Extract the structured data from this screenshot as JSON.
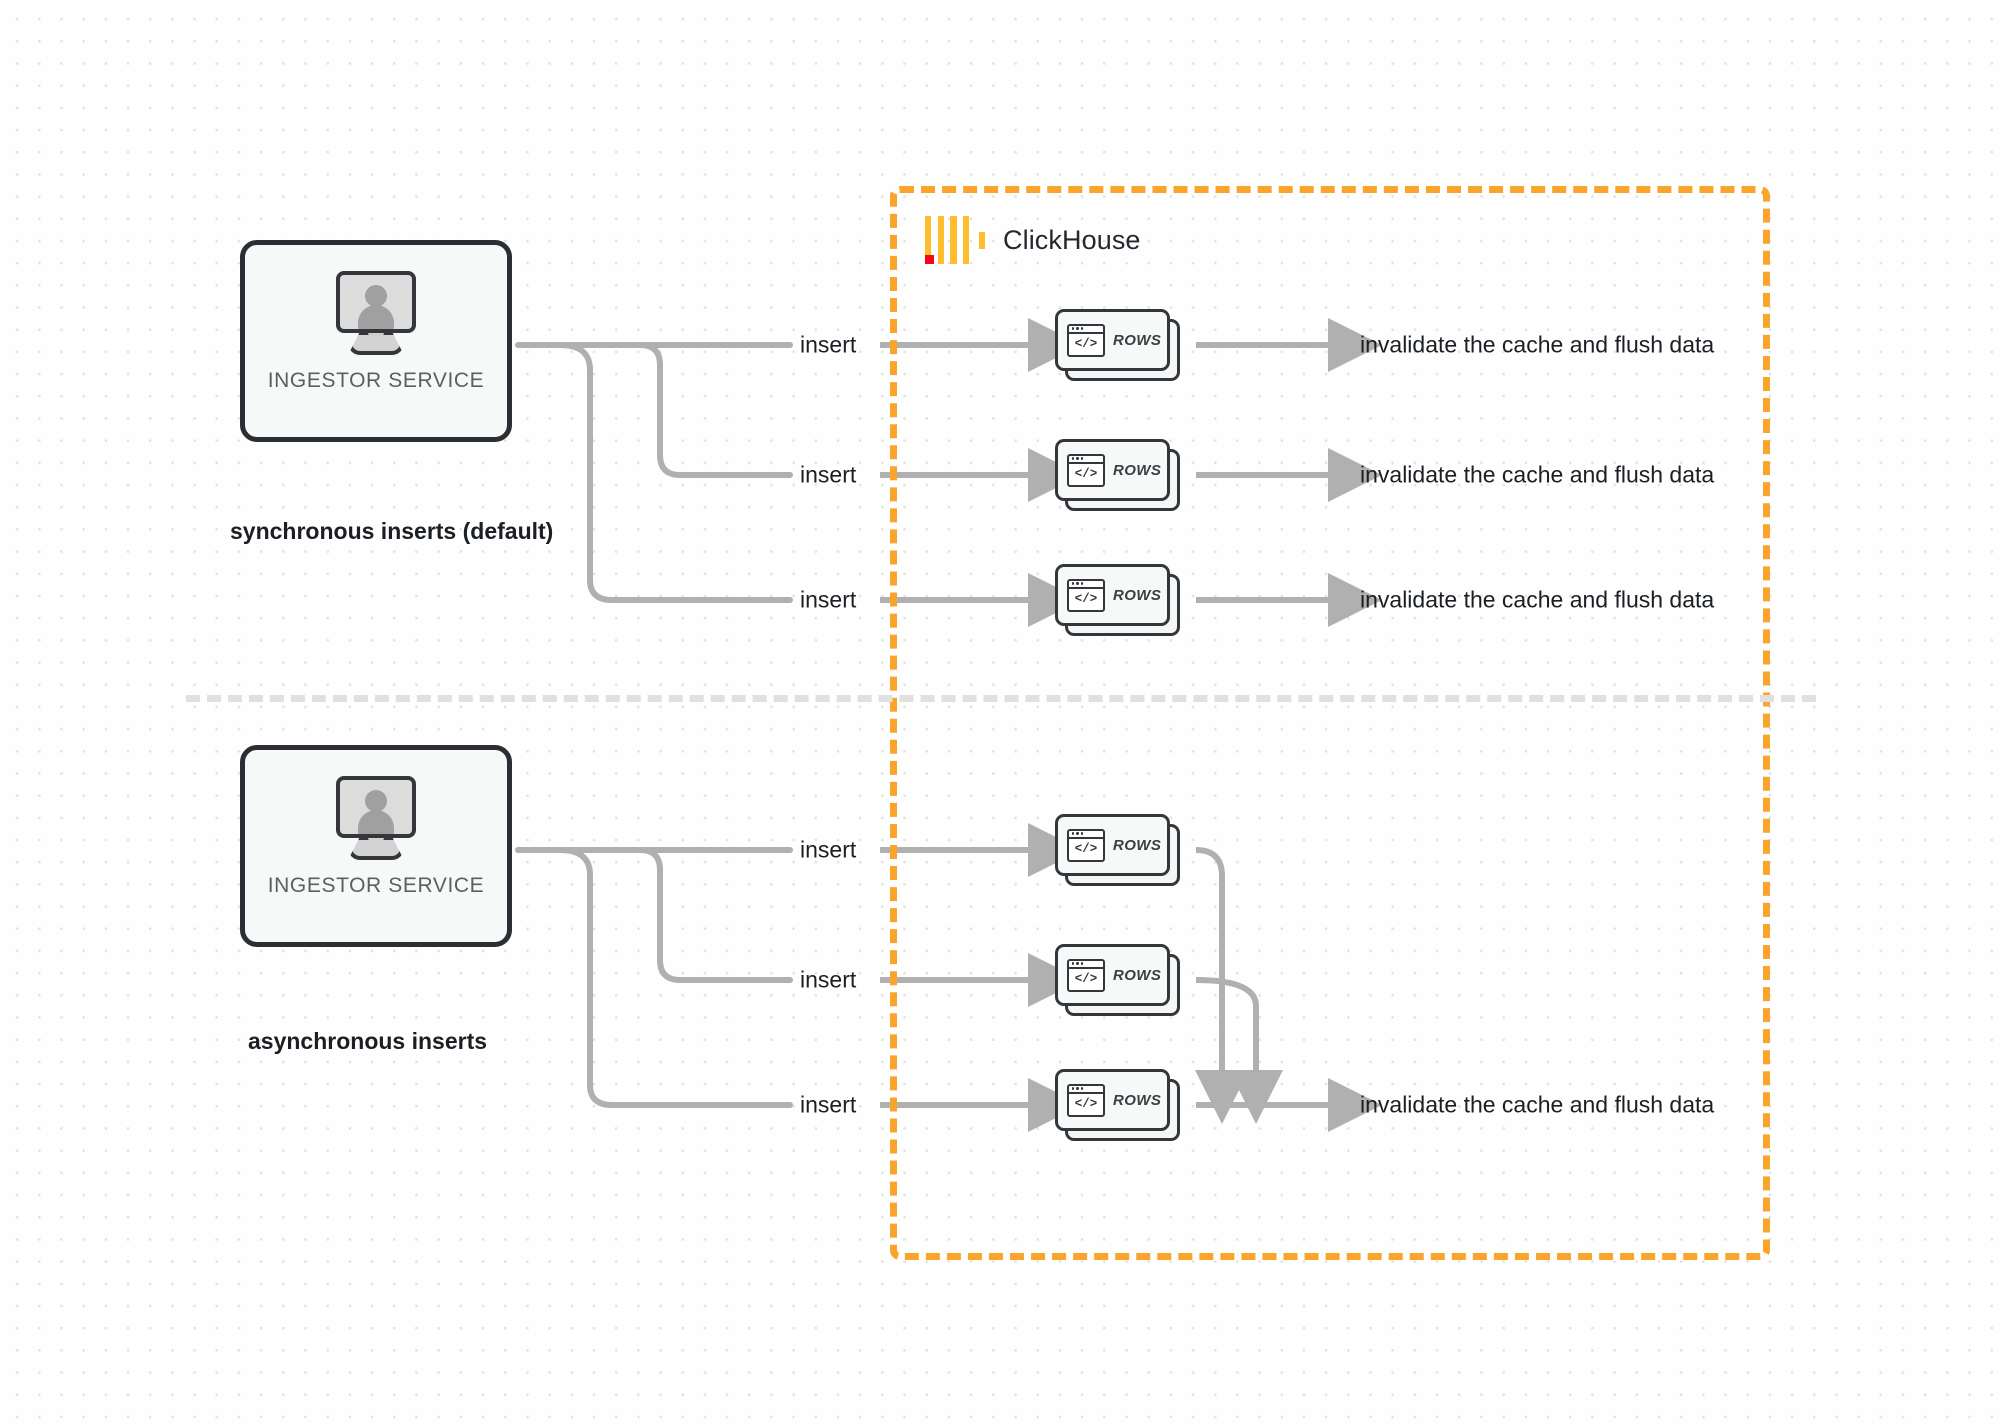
{
  "diagram": {
    "title": "ClickHouse synchronous vs asynchronous inserts",
    "background": "#fefefe",
    "accent_orange": "#FBA42B",
    "wire_gray": "#b0b0b0",
    "divider_gray": "#e0e0e0"
  },
  "clickhouse": {
    "brand_label": "ClickHouse",
    "logo_name": "clickhouse-logo",
    "border_style": "dashed",
    "border_color": "#FBA42B"
  },
  "sections": [
    {
      "id": "synchronous",
      "caption": "synchronous inserts (default)",
      "source": {
        "label": "INGESTOR SERVICE",
        "icon": "monitor-user-icon"
      },
      "flows": [
        {
          "insert_label": "insert",
          "node_label": "ROWS",
          "outcome": "invalidate the cache and flush data"
        },
        {
          "insert_label": "insert",
          "node_label": "ROWS",
          "outcome": "invalidate the cache and flush data"
        },
        {
          "insert_label": "insert",
          "node_label": "ROWS",
          "outcome": "invalidate the cache and flush data"
        }
      ]
    },
    {
      "id": "asynchronous",
      "caption": "asynchronous inserts",
      "source": {
        "label": "INGESTOR SERVICE",
        "icon": "monitor-user-icon"
      },
      "flows": [
        {
          "insert_label": "insert",
          "node_label": "ROWS"
        },
        {
          "insert_label": "insert",
          "node_label": "ROWS"
        },
        {
          "insert_label": "insert",
          "node_label": "ROWS"
        }
      ],
      "merged_outcome": "invalidate the cache and flush data"
    }
  ],
  "node_icon": {
    "code_glyph": "</>"
  }
}
